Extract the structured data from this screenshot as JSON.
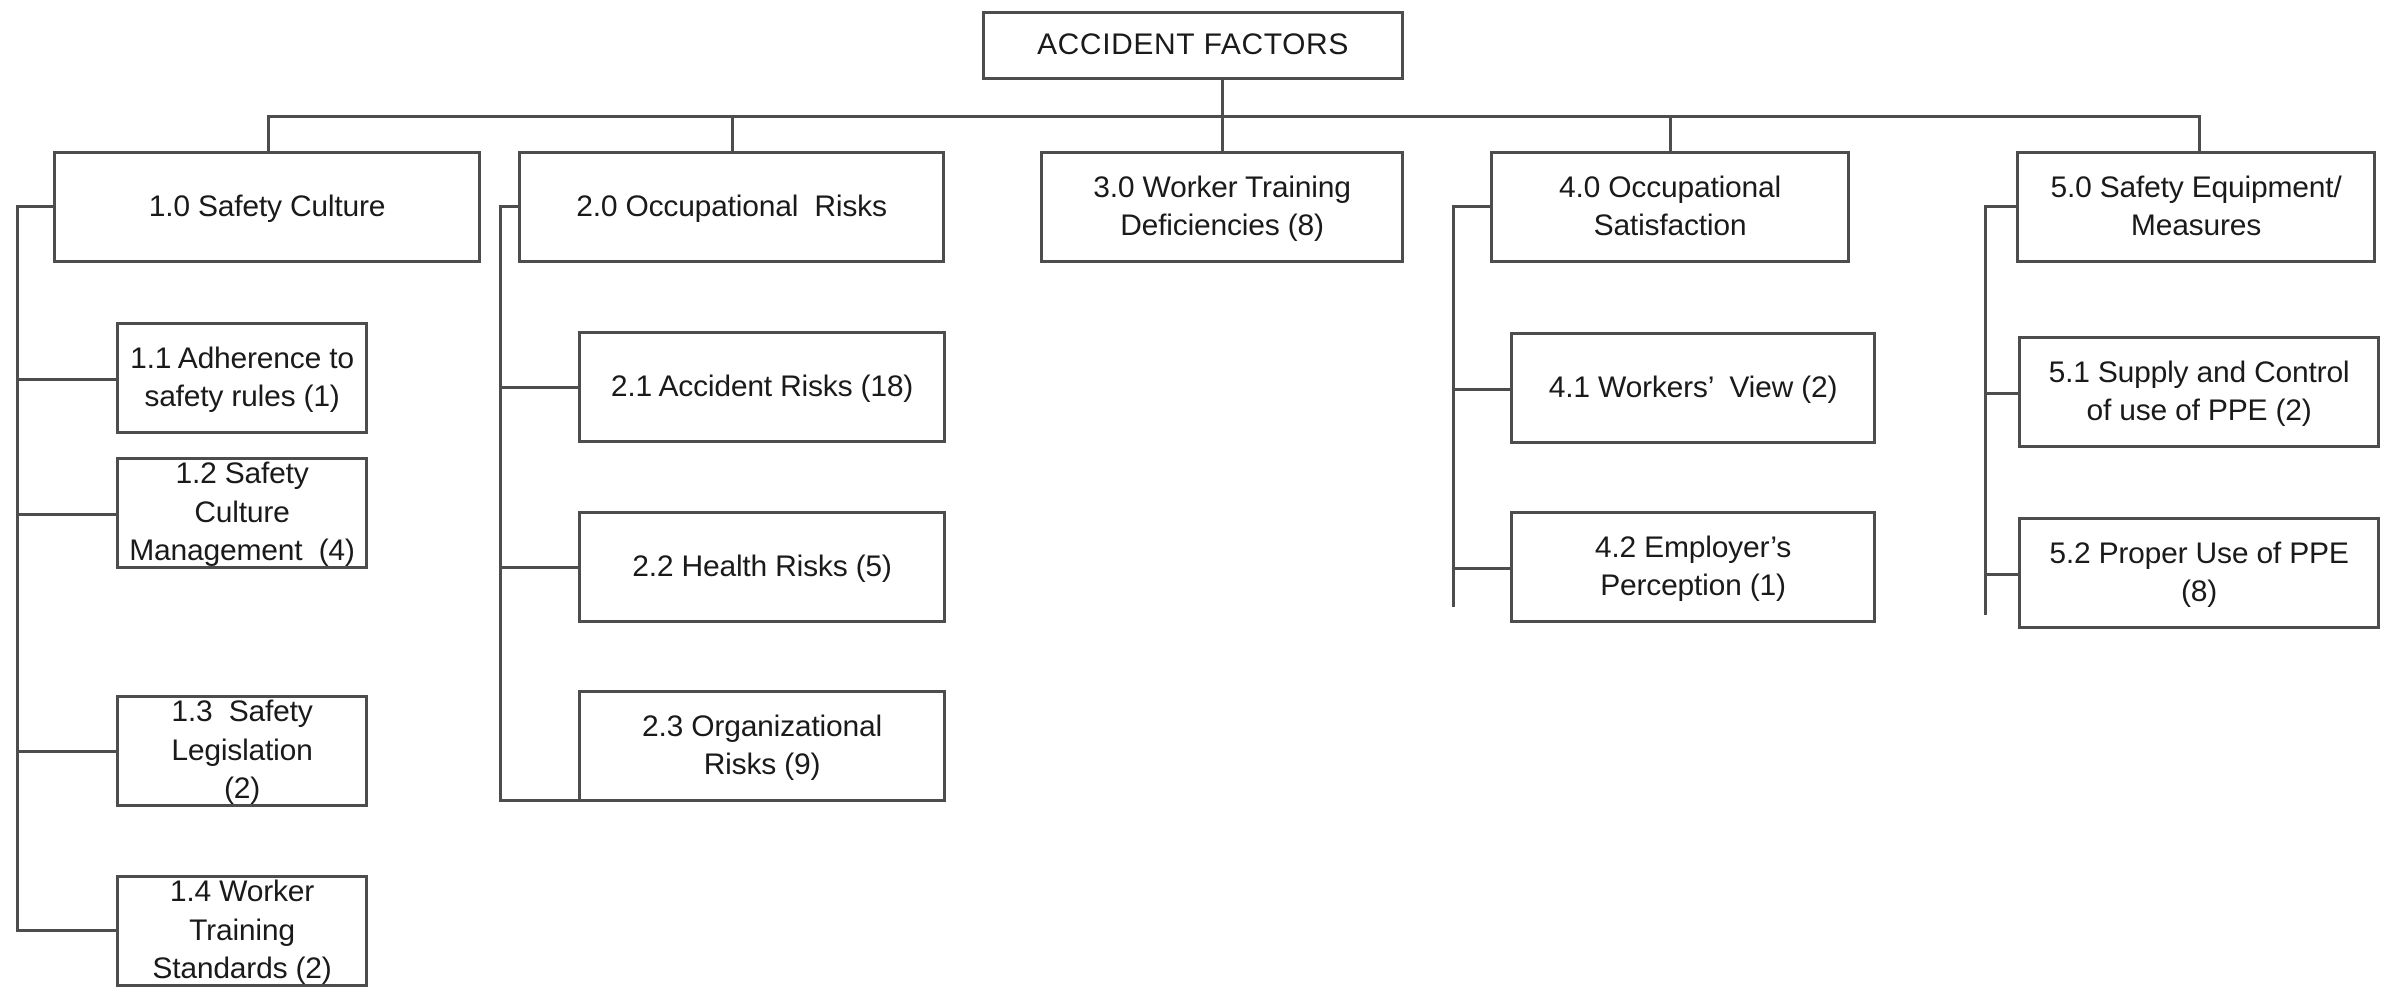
{
  "diagram": {
    "title": "ACCIDENT FACTORS",
    "type": "hierarchical-tree",
    "root": {
      "id": "root",
      "label": "ACCIDENT FACTORS"
    },
    "branches": [
      {
        "id": "1.0",
        "label": "1.0 Safety Culture",
        "children": [
          {
            "id": "1.1",
            "label": "1.1 Adherence to\nsafety rules (1)",
            "count": 1
          },
          {
            "id": "1.2",
            "label": "1.2 Safety Culture\nManagement  (4)",
            "count": 4
          },
          {
            "id": "1.3",
            "label": "1.3  Safety Legislation\n(2)",
            "count": 2
          },
          {
            "id": "1.4",
            "label": "1.4 Worker Training\nStandards (2)",
            "count": 2
          }
        ]
      },
      {
        "id": "2.0",
        "label": "2.0 Occupational  Risks",
        "children": [
          {
            "id": "2.1",
            "label": "2.1 Accident Risks (18)",
            "count": 18
          },
          {
            "id": "2.2",
            "label": "2.2 Health Risks (5)",
            "count": 5
          },
          {
            "id": "2.3",
            "label": "2.3 Organizational\nRisks (9)",
            "count": 9
          }
        ]
      },
      {
        "id": "3.0",
        "label": "3.0 Worker Training\nDeficiencies (8)",
        "count": 8,
        "children": []
      },
      {
        "id": "4.0",
        "label": "4.0 Occupational\nSatisfaction",
        "children": [
          {
            "id": "4.1",
            "label": "4.1 Workers’  View (2)",
            "count": 2
          },
          {
            "id": "4.2",
            "label": "4.2 Employer’s\nPerception (1)",
            "count": 1
          }
        ]
      },
      {
        "id": "5.0",
        "label": "5.0 Safety Equipment/\nMeasures",
        "children": [
          {
            "id": "5.1",
            "label": "5.1 Supply and Control\nof use of PPE (2)",
            "count": 2
          },
          {
            "id": "5.2",
            "label": "5.2 Proper Use of PPE\n(8)",
            "count": 8
          }
        ]
      }
    ]
  },
  "style": {
    "border_color": "#4d4d4d",
    "text_color": "#1a1a1a",
    "background": "#ffffff"
  }
}
